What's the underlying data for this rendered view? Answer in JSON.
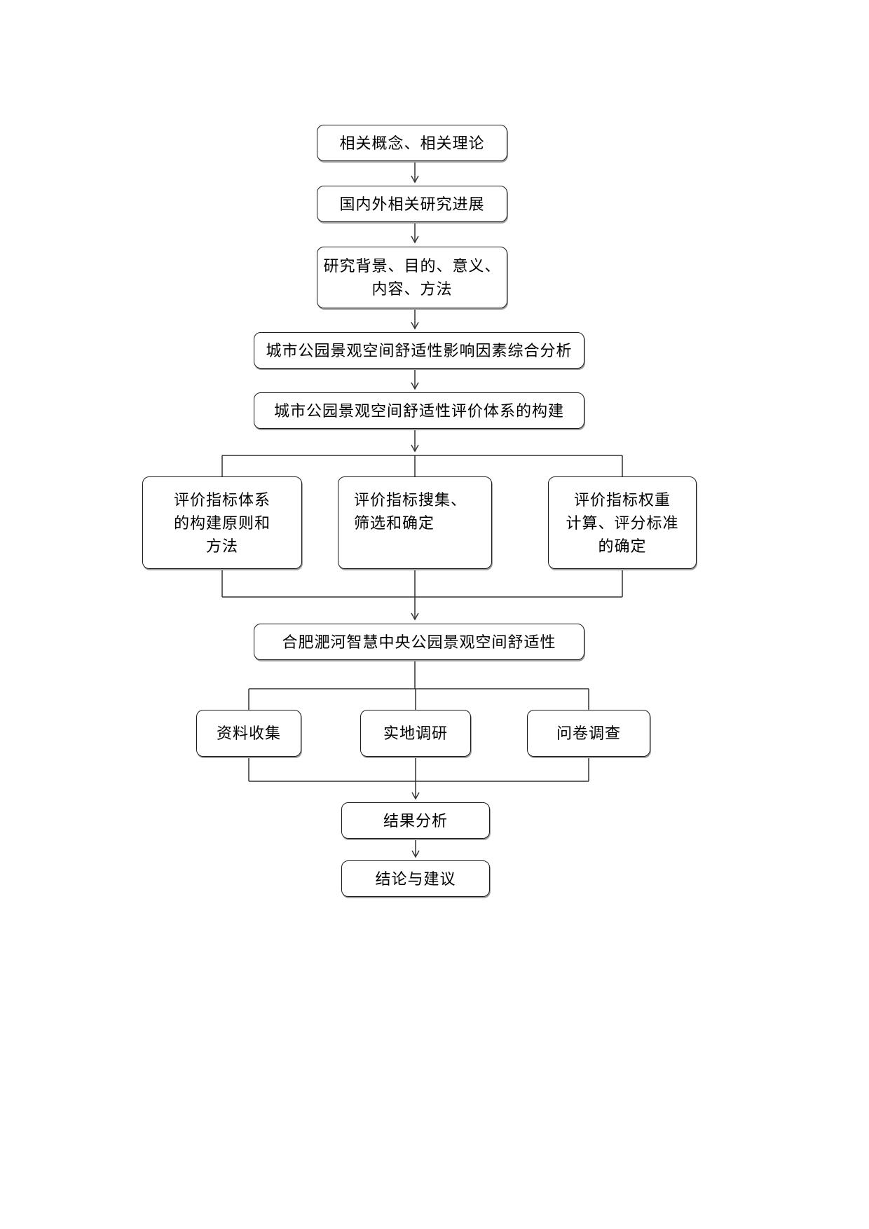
{
  "diagram": {
    "type": "flowchart",
    "colors": {
      "box_fill": "#ffffff",
      "box_border": "#1a1a1a",
      "connector": "#303030",
      "text": "#000000"
    },
    "nodes": {
      "concepts": {
        "label": "相关概念、相关理论",
        "lines": [
          "相关概念、相关理论"
        ]
      },
      "progress": {
        "label": "国内外相关研究进展",
        "lines": [
          "国内外相关研究进展"
        ]
      },
      "background": {
        "label": "研究背景、目的、意义、内容、方法",
        "lines": [
          "研究背景、目的、意义、",
          "内容、方法"
        ]
      },
      "factors": {
        "label": "城市公园景观空间舒适性影响因素综合分析",
        "lines": [
          "城市公园景观空间舒适性影响因素综合分析"
        ]
      },
      "system": {
        "label": "城市公园景观空间舒适性评价体系的构建",
        "lines": [
          "城市公园景观空间舒适性评价体系的构建"
        ]
      },
      "principles": {
        "label": "评价指标体系的构建原则和方法",
        "lines": [
          "评价指标体系",
          "的构建原则和",
          "方法"
        ]
      },
      "collection": {
        "label": "评价指标搜集、筛选和确定",
        "lines": [
          "评价指标搜集、",
          "筛选和确定"
        ]
      },
      "weights": {
        "label": "评价指标权重计算、评分标准的确定",
        "lines": [
          "评价指标权重",
          "计算、评分标准",
          "的确定"
        ]
      },
      "park": {
        "label": "合肥淝河智慧中央公园景观空间舒适性",
        "lines": [
          "合肥淝河智慧中央公园景观空间舒适性"
        ]
      },
      "data": {
        "label": "资料收集",
        "lines": [
          "资料收集"
        ]
      },
      "field": {
        "label": "实地调研",
        "lines": [
          "实地调研"
        ]
      },
      "survey": {
        "label": "问卷调查",
        "lines": [
          "问卷调查"
        ]
      },
      "results": {
        "label": "结果分析",
        "lines": [
          "结果分析"
        ]
      },
      "conclusion": {
        "label": "结论与建议",
        "lines": [
          "结论与建议"
        ]
      }
    },
    "edges": [
      {
        "from": "concepts",
        "to": "progress"
      },
      {
        "from": "progress",
        "to": "background"
      },
      {
        "from": "background",
        "to": "factors"
      },
      {
        "from": "factors",
        "to": "system"
      },
      {
        "from": "system",
        "to": "principles"
      },
      {
        "from": "system",
        "to": "collection"
      },
      {
        "from": "system",
        "to": "weights"
      },
      {
        "from": "principles",
        "to": "park"
      },
      {
        "from": "collection",
        "to": "park"
      },
      {
        "from": "weights",
        "to": "park"
      },
      {
        "from": "park",
        "to": "data"
      },
      {
        "from": "park",
        "to": "field"
      },
      {
        "from": "park",
        "to": "survey"
      },
      {
        "from": "data",
        "to": "results"
      },
      {
        "from": "field",
        "to": "results"
      },
      {
        "from": "survey",
        "to": "results"
      },
      {
        "from": "results",
        "to": "conclusion"
      }
    ]
  }
}
